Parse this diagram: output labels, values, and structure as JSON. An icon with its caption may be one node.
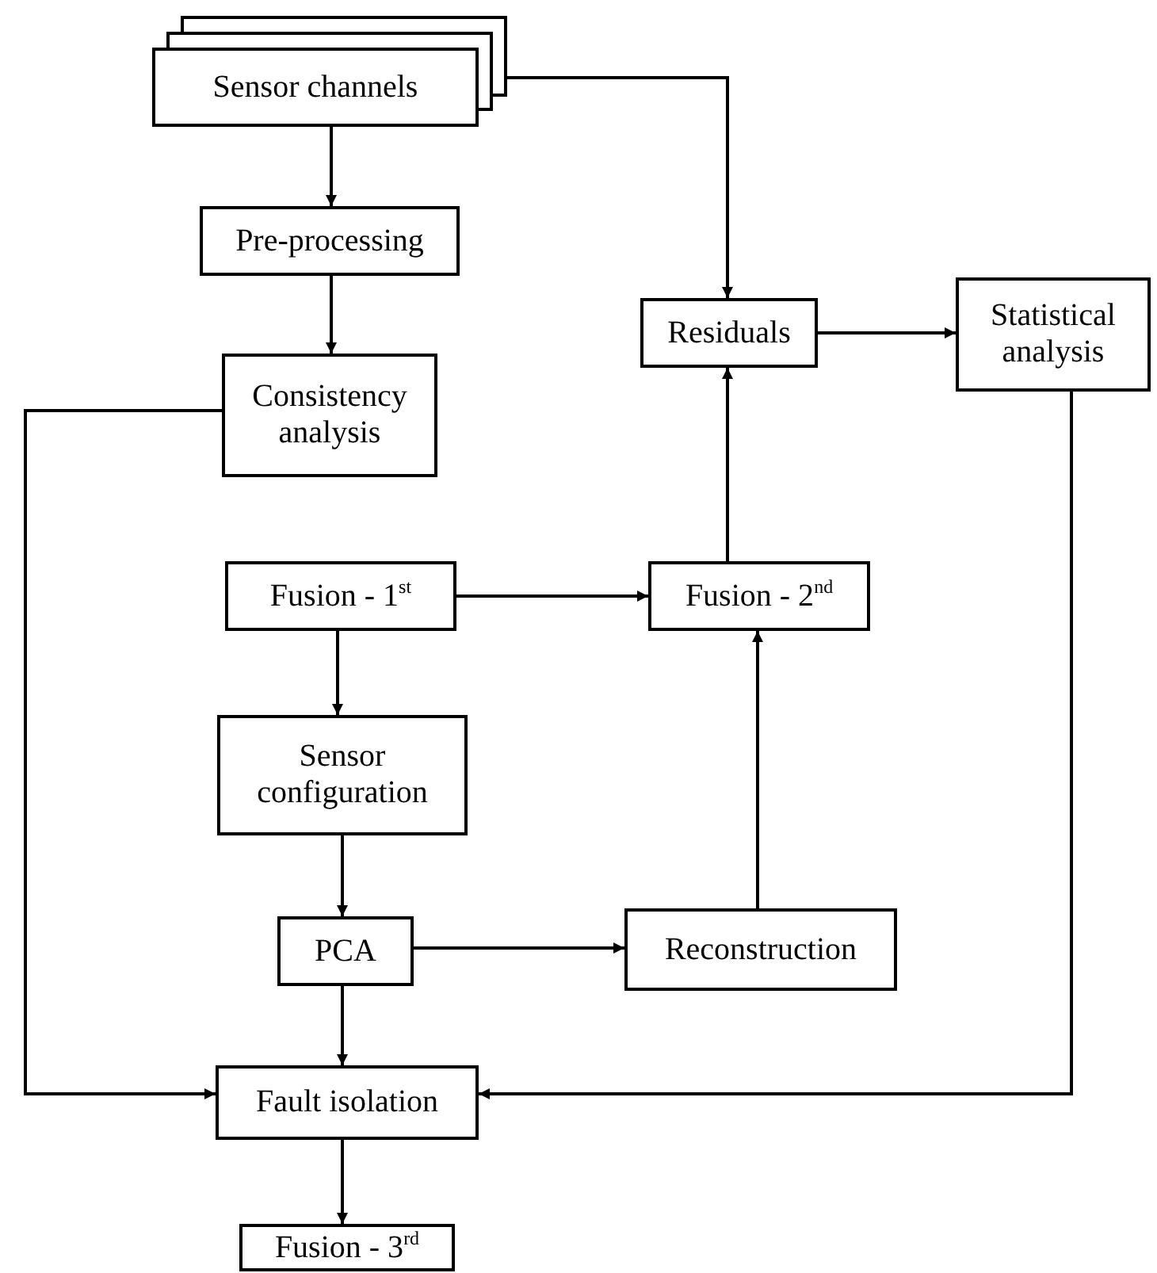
{
  "diagram": {
    "nodes": [
      {
        "text": [
          "Sensor channels"
        ]
      },
      {
        "text": [
          "Pre-processing"
        ]
      },
      {
        "text": [
          "Residuals"
        ]
      },
      {
        "text": [
          "Statistical analysis"
        ]
      },
      {
        "text": [
          "Consistency analysis"
        ]
      },
      {
        "text": [
          "Fusion - 1$^{st}$"
        ]
      },
      {
        "text": [
          "Fusion - 2$^{nd}$"
        ]
      },
      {
        "text": [
          "Sensor configuration"
        ]
      },
      {
        "text": [
          "PCA"
        ]
      },
      {
        "text": [
          "Reconstruction"
        ]
      },
      {
        "text": [
          "Fault isolation"
        ]
      },
      {
        "text": [
          "Fusion - 3$^{rd}$"
        ]
      }
    ],
    "edges": [
      {
        "from": 0,
        "to": 1,
        "arrow": "to"
      },
      {
        "from": 1,
        "to": 4,
        "arrow": "to"
      },
      {
        "from": 0,
        "to": 2,
        "arrow": "to"
      },
      {
        "from": 2,
        "to": 3,
        "arrow": "to"
      },
      {
        "from": 4,
        "to": 10,
        "arrow": "to"
      },
      {
        "from": 5,
        "to": 6,
        "arrow": "to"
      },
      {
        "from": 5,
        "to": 7,
        "arrow": "to"
      },
      {
        "from": 6,
        "to": 2,
        "arrow": "to"
      },
      {
        "from": 7,
        "to": 8,
        "arrow": "to"
      },
      {
        "from": 8,
        "to": 9,
        "arrow": "to"
      },
      {
        "from": 8,
        "to": 10,
        "arrow": "to"
      },
      {
        "from": 9,
        "to": 6,
        "arrow": "to"
      },
      {
        "from": 3,
        "to": 10,
        "arrow": "to"
      },
      {
        "from": 10,
        "to": 11,
        "arrow": "to"
      }
    ]
  }
}
